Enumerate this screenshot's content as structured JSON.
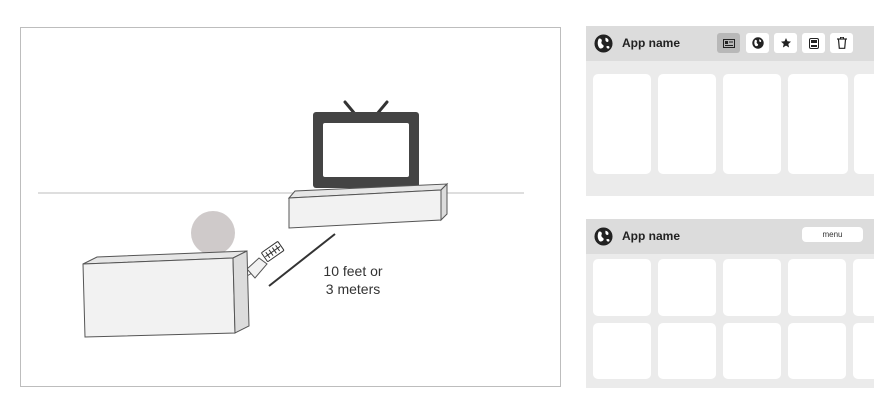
{
  "illustration": {
    "distance_line1": "10 feet or",
    "distance_line2": "3 meters"
  },
  "top_app": {
    "title": "App name",
    "toolbar": [
      {
        "icon": "id-card-icon",
        "active": true
      },
      {
        "icon": "globe-icon",
        "active": false
      },
      {
        "icon": "star-icon",
        "active": false
      },
      {
        "icon": "tv-icon",
        "active": false
      },
      {
        "icon": "trash-icon",
        "active": false
      }
    ],
    "tiles_visible": 5
  },
  "bottom_app": {
    "title": "App name",
    "menu_label": "menu",
    "rows": 2
  },
  "colors": {
    "tv_body": "#444444",
    "header_bg": "#dcdcdc",
    "panel_bg": "#ebebeb",
    "active_button": "#b8b8b8",
    "person_head": "#cfcaca"
  }
}
